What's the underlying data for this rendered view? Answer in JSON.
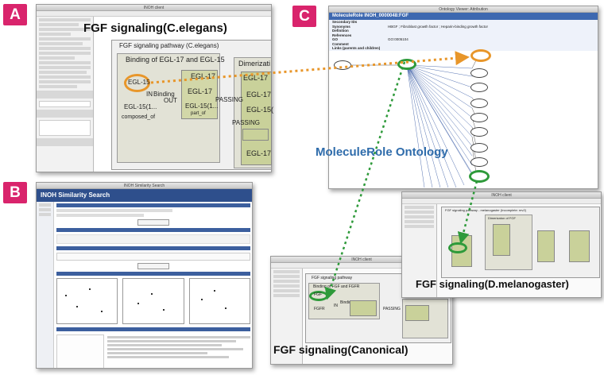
{
  "panels": {
    "a": {
      "label": "A",
      "window_title": "INOH client",
      "title": "FGF signaling(C.elegans)",
      "pathway_header": "FGF signaling pathway (C.elegans)",
      "binding_box": "Binding of EGL-17 and EGL-15",
      "dimer_box": "Dimerizati",
      "nodes": {
        "egl15_top": "EGL-15",
        "egl17_a": "EGL-17",
        "egl17_b": "EGL-17",
        "egl15_bottom": "EGL-15(1...",
        "egl15_mid": "EGL-15(1...",
        "egl17_r1": "EGL-17",
        "egl17_r2": "EGL-17",
        "egl15_r": "EGL-15(",
        "egl17_r3": "EGL-17"
      },
      "labels": {
        "in": "IN",
        "binding": "Binding",
        "out": "OUT",
        "passing1": "PASSING",
        "passing2": "PASSING",
        "composed_of": "composed_of",
        "part_of": "part_of"
      }
    },
    "b": {
      "label": "B",
      "window_title": "INOH Similarity Search",
      "header": "INOH Similarity Search"
    },
    "c": {
      "label": "C",
      "window_title": "Ontology Viewer: Attribution",
      "header": "MoleculeRole INOH_0000048:FGF",
      "rows": [
        {
          "key": "Secondary IDs",
          "value": ""
        },
        {
          "key": "Synonyms",
          "value": "HBGF ; Fibroblast growth factor ; Heparin-binding growth factor"
        },
        {
          "key": "Definition",
          "value": ""
        },
        {
          "key": "References",
          "value": ""
        },
        {
          "key": "GO",
          "value": "GO:0005104"
        },
        {
          "key": "Comment",
          "value": ""
        },
        {
          "key": "Links (parents and children)",
          "value": ""
        }
      ]
    },
    "ontology_caption": "MoleculeRole Ontology",
    "canonical": {
      "window_title": "INOH client",
      "title": "FGF signaling(Canonical)",
      "pathway_header": "FGF signaling pathway",
      "box": "Binding of FGF and FGFR",
      "nodes": {
        "fgf": "FGF",
        "fgfr": "FGFR"
      },
      "labels": {
        "in": "IN",
        "binding": "Binding",
        "passing": "PASSING"
      }
    },
    "melanogaster": {
      "window_title": "INOH client",
      "title": "FGF signaling(D.melanogaster)",
      "pathway_header": "FGF signaling pathway - melanogaster (Incomplete: rev2)",
      "box": "Dimerizaton of FGF"
    }
  },
  "colors": {
    "label_bg": "#d9246c",
    "orange_arrow": "#e8962a",
    "green_arrow": "#2e9a3a",
    "ontology_blue": "#2f6cab",
    "node_fill": "#c9d19a"
  }
}
